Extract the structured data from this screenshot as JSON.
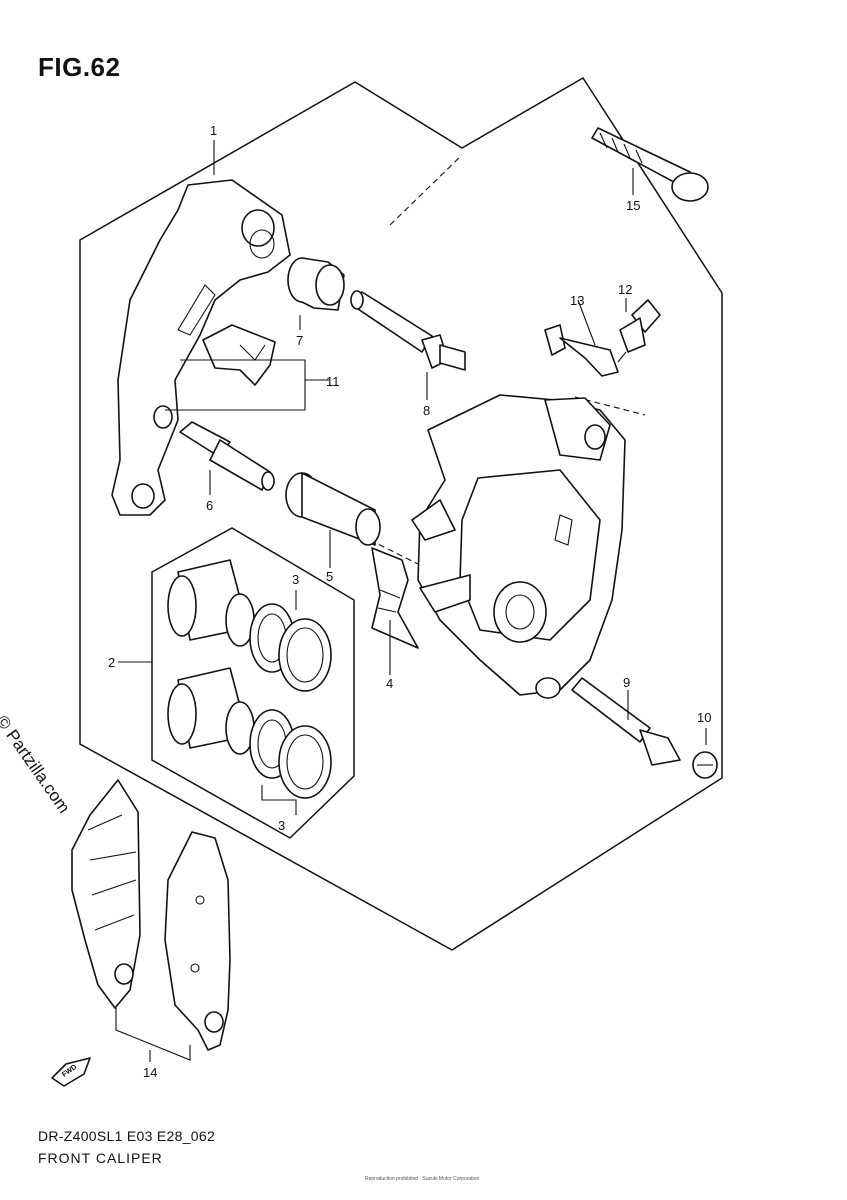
{
  "figure": {
    "title": "FIG.62"
  },
  "watermark": "© Partzilla.com",
  "callouts": {
    "p1": "1",
    "p2": "2",
    "p3a": "3",
    "p3b": "3",
    "p4": "4",
    "p5": "5",
    "p6": "6",
    "p7": "7",
    "p8": "8",
    "p9": "9",
    "p10": "10",
    "p11": "11",
    "p12": "12",
    "p13": "13",
    "p14": "14",
    "p15": "15"
  },
  "fwd_label": "FWD",
  "footer": {
    "model_code": "DR-Z400SL1 E03 E28_062",
    "assembly_name": "FRONT CALIPER",
    "fine_print": "Reproduction prohibited · Suzuki Motor Corporation"
  }
}
